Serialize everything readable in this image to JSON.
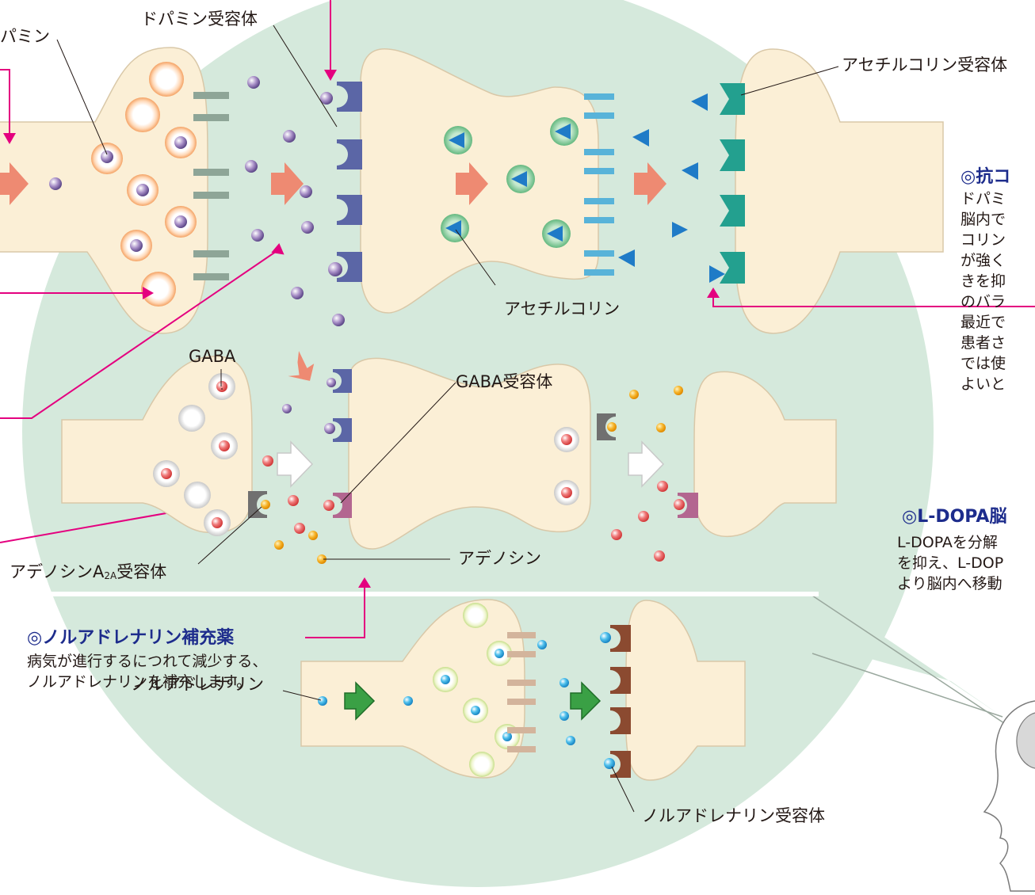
{
  "labels": {
    "dopamine_cut": "パミン",
    "dopamine_receptor": "ドパミン受容体",
    "ach_receptor": "アセチルコリン受容体",
    "ach": "アセチルコリン",
    "gaba": "GABA",
    "gaba_receptor": "GABA受容体",
    "adenosine_receptor_pre": "アデノシンA",
    "adenosine_receptor_sub": "2A",
    "adenosine_receptor_post": "受容体",
    "adenosine": "アデノシン",
    "noradrenaline": "ノルアドレナリン",
    "noradrenaline_receptor": "ノルアドレナリン受容体"
  },
  "anticholinergic": {
    "title": "◎抗コ",
    "lines": [
      "ドパミ",
      "脳内で",
      "コリン",
      "が強く",
      "きを抑",
      "のバラ",
      "最近で",
      "患者さ",
      "では使",
      "よいと"
    ]
  },
  "ldopa": {
    "title": "◎L-DOPA脳",
    "lines": [
      "L-DOPAを分解",
      "を抑え、L-DOP",
      "より脳内へ移動"
    ]
  },
  "noradrenaline_supplement": {
    "title": "◎ノルアドレナリン補充薬",
    "lines": [
      "病気が進行するにつれて減少する、",
      "ノルアドレナリンを補充します。"
    ]
  },
  "colors": {
    "zoom_circle": "#d5e9dc",
    "neuron": "#fbefd6",
    "neuron_stroke": "#d9c8a8",
    "pink_pointer": "#e4007f",
    "dopamine_receptor": "#5b66a6",
    "ach_receptor_pre": "#58b3d9",
    "ach_receptor_post": "#23a08f",
    "ach_triangle": "#1f7bc7",
    "gaba_receptor": "#b36690",
    "adenosine_receptor": "#707070",
    "noradrenaline_receptor": "#8b4a30",
    "title_blue": "#1d2c8c"
  },
  "icons": [
    "salmon-arrow-icon",
    "white-arrow-icon",
    "green-arrow-icon",
    "head-icon"
  ]
}
